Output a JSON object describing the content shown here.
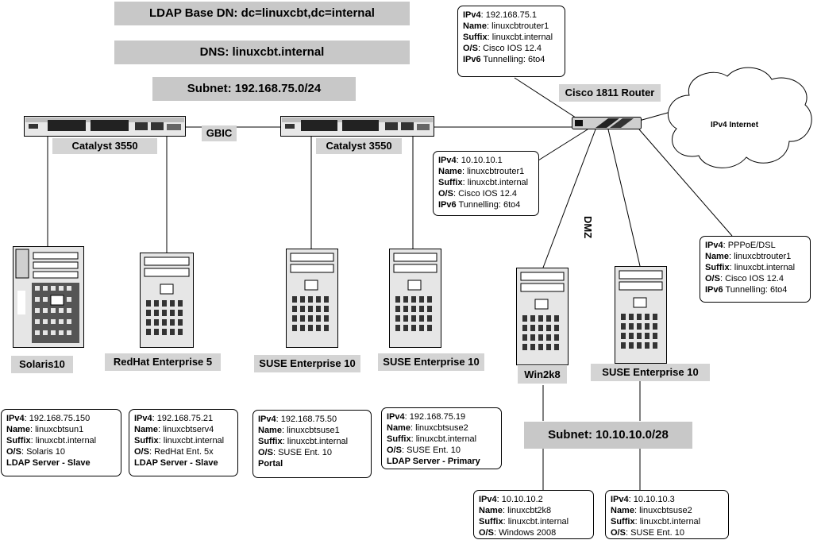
{
  "banners": {
    "ldap": "LDAP Base DN: dc=linuxcbt,dc=internal",
    "dns": "DNS: linuxcbt.internal",
    "subnet_main": "Subnet: 192.168.75.0/24",
    "subnet_dmz": "Subnet: 10.10.10.0/28"
  },
  "labels": {
    "switch_left": "Catalyst 3550",
    "switch_right": "Catalyst 3550",
    "gbic": "GBIC",
    "router": "Cisco 1811 Router",
    "internet": "IPv4 Internet",
    "dmz": "DMZ"
  },
  "servers": [
    {
      "name": "Solaris10"
    },
    {
      "name": "RedHat Enterprise 5"
    },
    {
      "name": "SUSE Enterprise 10"
    },
    {
      "name": "SUSE Enterprise 10"
    },
    {
      "name": "Win2k8"
    },
    {
      "name": "SUSE Enterprise 10"
    }
  ],
  "key_labels": {
    "ipv4": "IPv4",
    "name": "Name",
    "suffix": "Suffix",
    "os": "O/S",
    "ipv6": "IPv6"
  },
  "router_boxes": [
    {
      "ipv4": "192.168.75.1",
      "name": "linuxcbtrouter1",
      "suffix": "linuxcbt.internal",
      "os": "Cisco IOS 12.4",
      "ipv6": "Tunnelling: 6to4"
    },
    {
      "ipv4": "10.10.10.1",
      "name": "linuxcbtrouter1",
      "suffix": "linuxcbt.internal",
      "os": "Cisco IOS 12.4",
      "ipv6": "Tunnelling: 6to4"
    },
    {
      "ipv4": "PPPoE/DSL",
      "name": "linuxcbtrouter1",
      "suffix": "linuxcbt.internal",
      "os": "Cisco IOS 12.4",
      "ipv6": "Tunnelling: 6to4"
    }
  ],
  "host_boxes": [
    {
      "ipv4": "192.168.75.150",
      "name": "linuxcbtsun1",
      "suffix": "linuxcbt.internal",
      "os": "Solaris 10",
      "extra": "LDAP Server - Slave"
    },
    {
      "ipv4": "192.168.75.21",
      "name": "linuxcbtserv4",
      "suffix": "linuxcbt.internal",
      "os": "RedHat Ent. 5x",
      "extra": "LDAP Server - Slave"
    },
    {
      "ipv4": "192.168.75.50",
      "name": "linuxcbtsuse1",
      "suffix": "linuxcbt.internal",
      "os": "SUSE Ent. 10",
      "extra": "Portal"
    },
    {
      "ipv4": "192.168.75.19",
      "name": "linuxcbtsuse2",
      "suffix": "linuxcbt.internal",
      "os": "SUSE Ent. 10",
      "extra": "LDAP Server - Primary"
    },
    {
      "ipv4": "10.10.10.2",
      "name": "linuxcbt2k8",
      "suffix": "linuxcbt.internal",
      "os": "Windows 2008",
      "extra": ""
    },
    {
      "ipv4": "10.10.10.3",
      "name": "linuxcbtsuse2",
      "suffix": "linuxcbt.internal",
      "os": "SUSE Ent. 10",
      "extra": ""
    }
  ]
}
